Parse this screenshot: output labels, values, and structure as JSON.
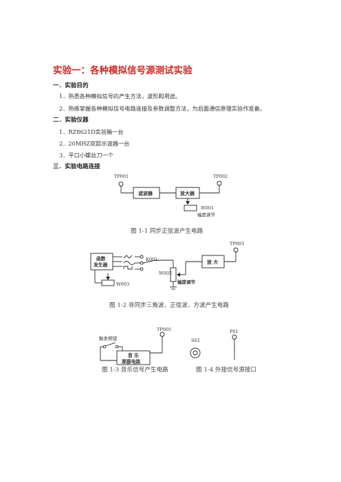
{
  "doc": {
    "title": "实验一：各种模拟信号源测试实验",
    "sections": [
      {
        "heading": "一．实验目的",
        "items": [
          "1．熟悉各种模拟信号的产生方法，波形和用途。",
          "2．熟练掌握各种模拟信号电路连接及参数调整方法，为后面通信原理实验作准备。"
        ]
      },
      {
        "heading": "二．实验仪器",
        "items": [
          "1．RZ8621D实验箱一台",
          "2．20MHZ双踪示波器一台",
          "3．平口小螺丝刀一个"
        ]
      },
      {
        "heading": "三．实验电路连接",
        "items": []
      }
    ]
  },
  "fig1": {
    "tp_in": "TP001",
    "tp_out": "TP002",
    "filter": "滤波器",
    "amp": "放大器",
    "pot": "W001",
    "pot_note": "幅度调节",
    "caption": "图 1-1   同步正弦波产生电路"
  },
  "fig2": {
    "gen_line1": "函数",
    "gen_line2": "发生器",
    "switch": "K002",
    "pot_gen": "W003",
    "pot_amp": "W002",
    "pot_note": "幅度调节",
    "amp": "放 大",
    "tp": "TP003",
    "caption": "图 1-2   非同步三角波、正弦波、方波产生电路"
  },
  "fig3": {
    "button": "触发按钮",
    "tp": "TP005",
    "ic_line1": "音 乐",
    "ic_line2": "厚膜电路",
    "caption": "图 1-3   音乐信号产生电路"
  },
  "fig4": {
    "socket": "S02",
    "port": "P01",
    "caption": "图 1-4   外接信号源接口"
  }
}
